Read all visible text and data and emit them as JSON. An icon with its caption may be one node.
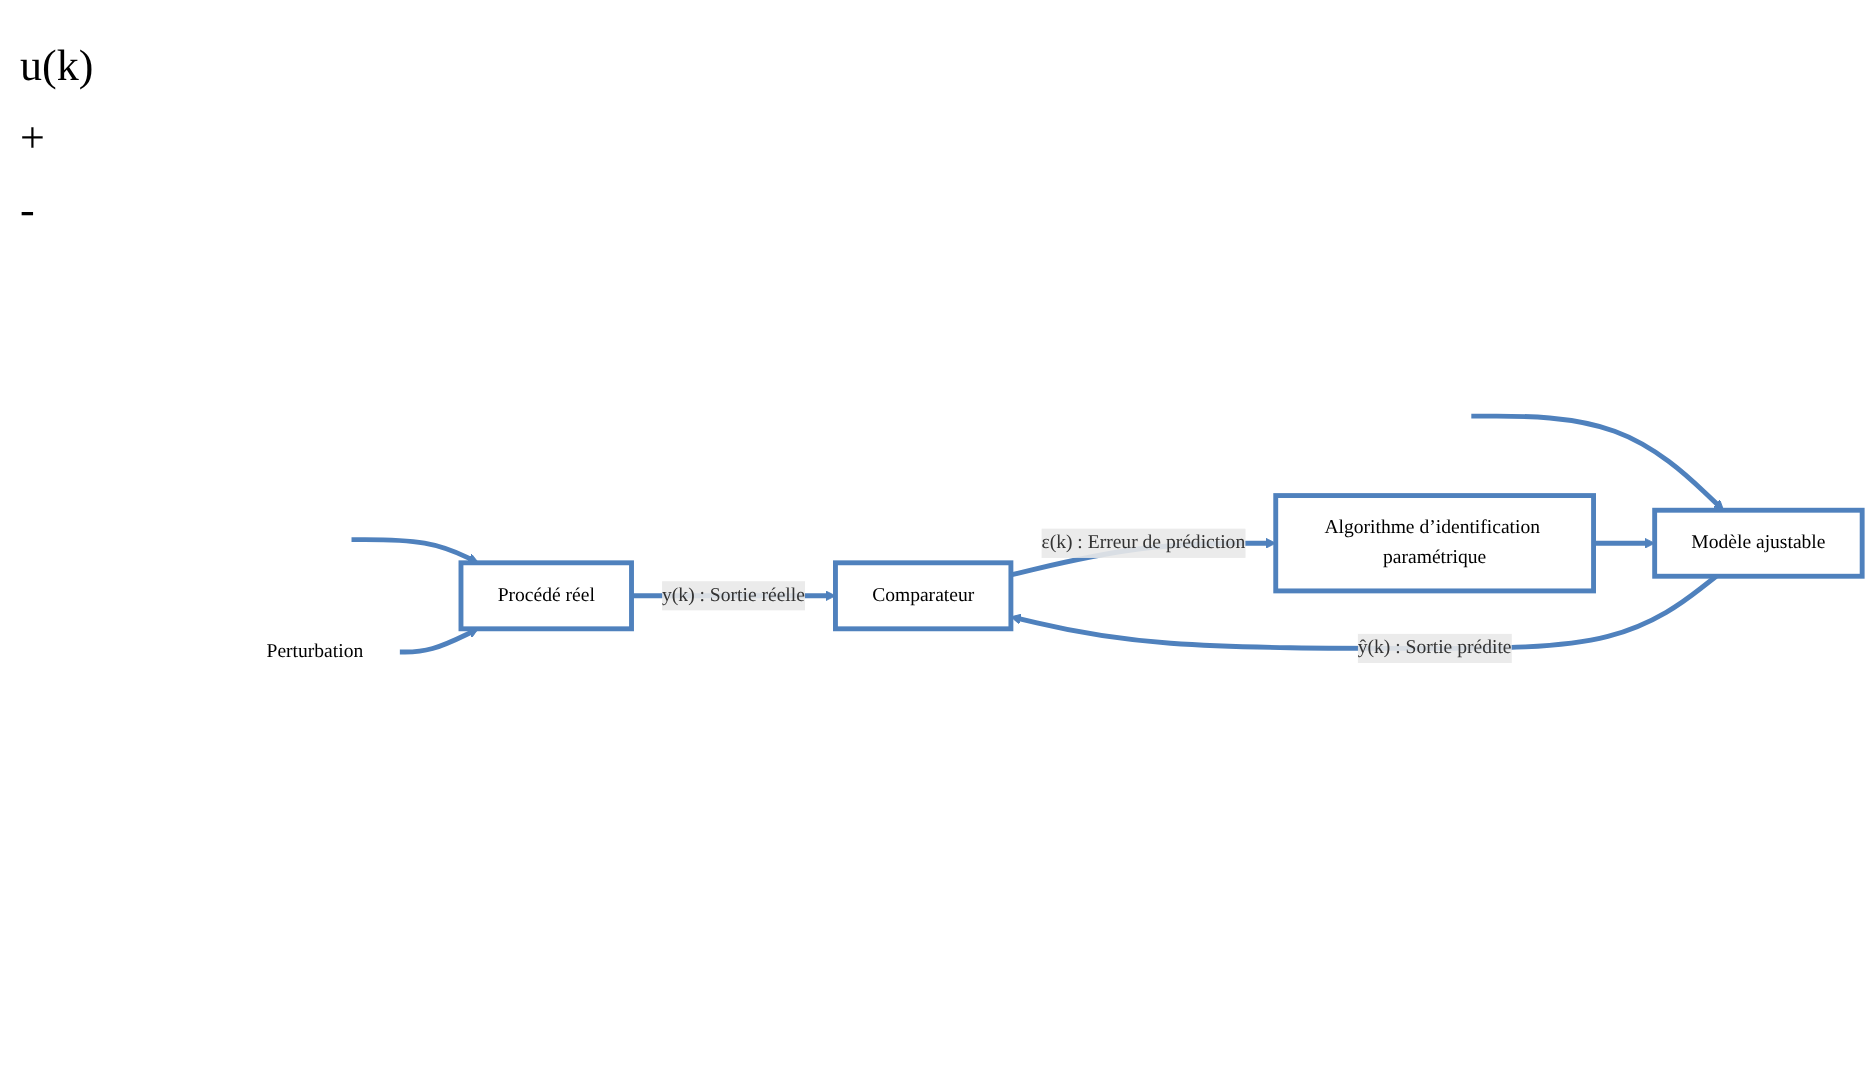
{
  "diagram": {
    "nodes": [
      {
        "text": [
          "Perturbation"
        ]
      },
      {
        "text": [
          "Procédé réel"
        ]
      },
      {
        "text": [
          "Comparateur"
        ]
      },
      {
        "text": [
          "Modèle ajustable"
        ]
      },
      {
        "text": [
          "Algorithme d’identification paramétrique"
        ]
      }
    ],
    "edges": [
      {
        "from": null,
        "to": 1,
        "arrow": "to"
      },
      {
        "from": null,
        "to": 3,
        "arrow": "to"
      },
      {
        "from": 0,
        "to": 1,
        "arrow": "to"
      },
      {
        "from": 1,
        "to": 2,
        "arrow": "to",
        "label": "y(k) : Sortie réelle"
      },
      {
        "from": 3,
        "to": 2,
        "arrow": "to",
        "label": "ŷ(k) : Sortie prédite"
      },
      {
        "from": 2,
        "to": 4,
        "arrow": "to",
        "label": "ε(k) : Erreur de prédiction"
      },
      {
        "from": 4,
        "to": 3,
        "arrow": "to"
      }
    ],
    "labels": [
      "u(k)",
      "+",
      "-"
    ]
  }
}
